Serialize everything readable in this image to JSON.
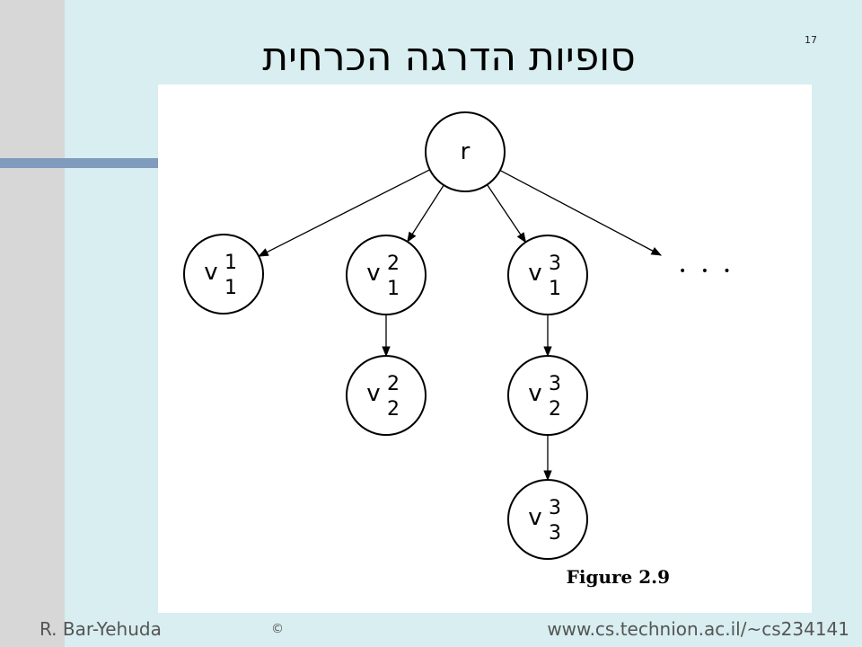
{
  "slide": {
    "number": "17",
    "title": "סופיות הדרגה הכרחית"
  },
  "figure": {
    "caption": "Figure 2.9",
    "nodes": [
      {
        "id": "r",
        "base": "r",
        "sup": "",
        "sub": ""
      },
      {
        "id": "v1_1",
        "base": "v",
        "sup": "1",
        "sub": "1"
      },
      {
        "id": "v2_1",
        "base": "v",
        "sup": "2",
        "sub": "1"
      },
      {
        "id": "v3_1",
        "base": "v",
        "sup": "3",
        "sub": "1"
      },
      {
        "id": "v2_2",
        "base": "v",
        "sup": "2",
        "sub": "2"
      },
      {
        "id": "v3_2",
        "base": "v",
        "sup": "3",
        "sub": "2"
      },
      {
        "id": "v3_3",
        "base": "v",
        "sup": "3",
        "sub": "3"
      }
    ],
    "edges": [
      {
        "from": "r",
        "to": "v1_1"
      },
      {
        "from": "r",
        "to": "v2_1"
      },
      {
        "from": "r",
        "to": "v3_1"
      },
      {
        "from": "r",
        "to": "ellipsis"
      },
      {
        "from": "v2_1",
        "to": "v2_2"
      },
      {
        "from": "v3_1",
        "to": "v3_2"
      },
      {
        "from": "v3_2",
        "to": "v3_3"
      }
    ],
    "ellipsis": "• • •"
  },
  "footer": {
    "author": "R. Bar-Yehuda",
    "copyright": "©",
    "url": "www.cs.technion.ac.il/~cs234141"
  },
  "colors": {
    "background": "#d8eef0",
    "left_band": "#d7d7d7",
    "accent_bar": "#7f9bbd"
  }
}
